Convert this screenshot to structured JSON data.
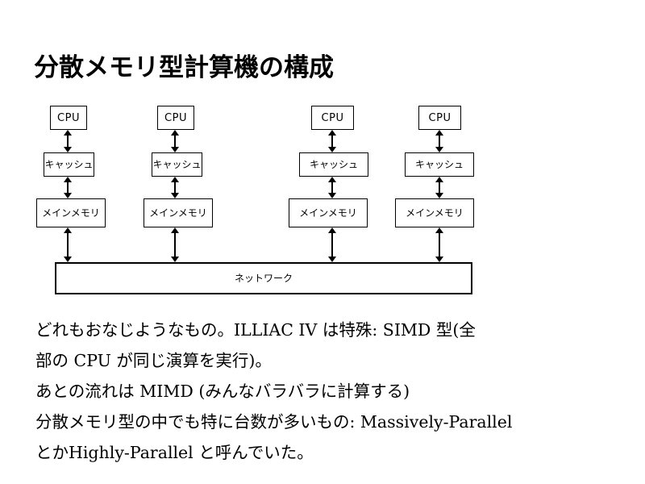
{
  "slide": {
    "title": "分散メモリ型計算機の構成",
    "background_color": "#ffffff",
    "text_color": "#000000"
  },
  "diagram": {
    "name": "distributed-memory-architecture",
    "columns": [
      {
        "index": 1,
        "cpu": "CPU",
        "cache": "キャッシュ",
        "memory": "メインメモリ"
      },
      {
        "index": 2,
        "cpu": "CPU",
        "cache": "キャッシュ",
        "memory": "メインメモリ"
      },
      {
        "index": 3,
        "cpu": "CPU",
        "cache": "キャッシュ",
        "memory": "メインメモリ"
      },
      {
        "index": 4,
        "cpu": "CPU",
        "cache": "キャッシュ",
        "memory": "メインメモリ"
      }
    ],
    "network": "ネットワーク"
  },
  "body": {
    "lines": [
      "どれもおなじようなもの。ILLIAC IV は特殊: SIMD 型(全",
      "部の CPU が同じ演算を実行)。",
      "あとの流れは MIMD (みんなバラバラに計算する)",
      "分散メモリ型の中でも特に台数が多いもの: Massively-Parallel",
      "とかHighly-Parallel と呼んでいた。"
    ]
  }
}
